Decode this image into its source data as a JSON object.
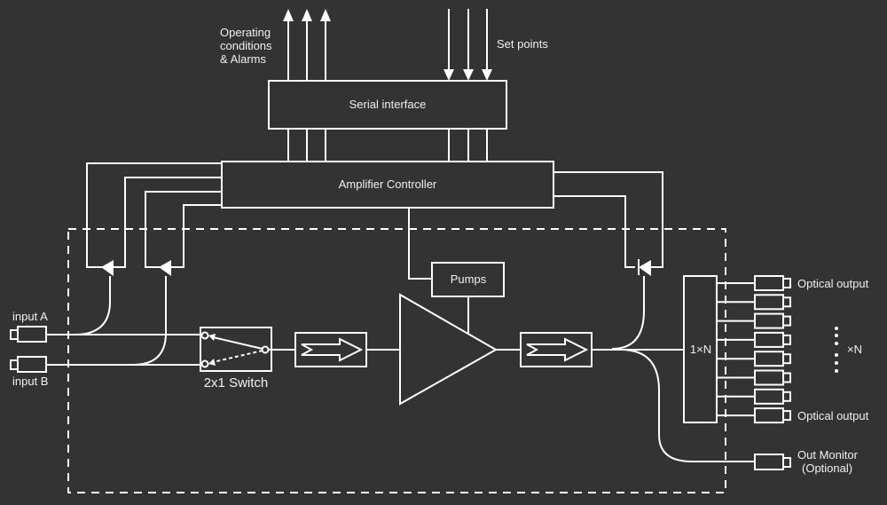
{
  "diagram": {
    "title": "Optical amplifier block diagram",
    "colors": {
      "background": "#333333",
      "stroke": "#ffffff",
      "text": "#f0f0f0"
    },
    "labels": {
      "operating_conditions": [
        "Operating",
        "conditions",
        "& Alarms"
      ],
      "set_points": "Set points",
      "serial_interface": "Serial interface",
      "amplifier_controller": "Amplifier Controller",
      "pumps": "Pumps",
      "input_a": "input A",
      "input_b": "input B",
      "switch": "2x1  Switch",
      "splitter": "1×N",
      "optical_output_top": "Optical output",
      "optical_output_bottom": "Optical output",
      "times_n": "×N",
      "out_monitor": [
        "Out Monitor",
        "(Optional)"
      ]
    },
    "nodes": [
      {
        "id": "serial-interface",
        "label": "Serial interface"
      },
      {
        "id": "amplifier-controller",
        "label": "Amplifier Controller"
      },
      {
        "id": "pumps",
        "label": "Pumps"
      },
      {
        "id": "switch",
        "label": "2x1 Switch"
      },
      {
        "id": "isolator-in",
        "label": ""
      },
      {
        "id": "amplifier",
        "label": ""
      },
      {
        "id": "isolator-out",
        "label": ""
      },
      {
        "id": "splitter",
        "label": "1×N"
      }
    ],
    "optical_output_count_shown": 8
  }
}
